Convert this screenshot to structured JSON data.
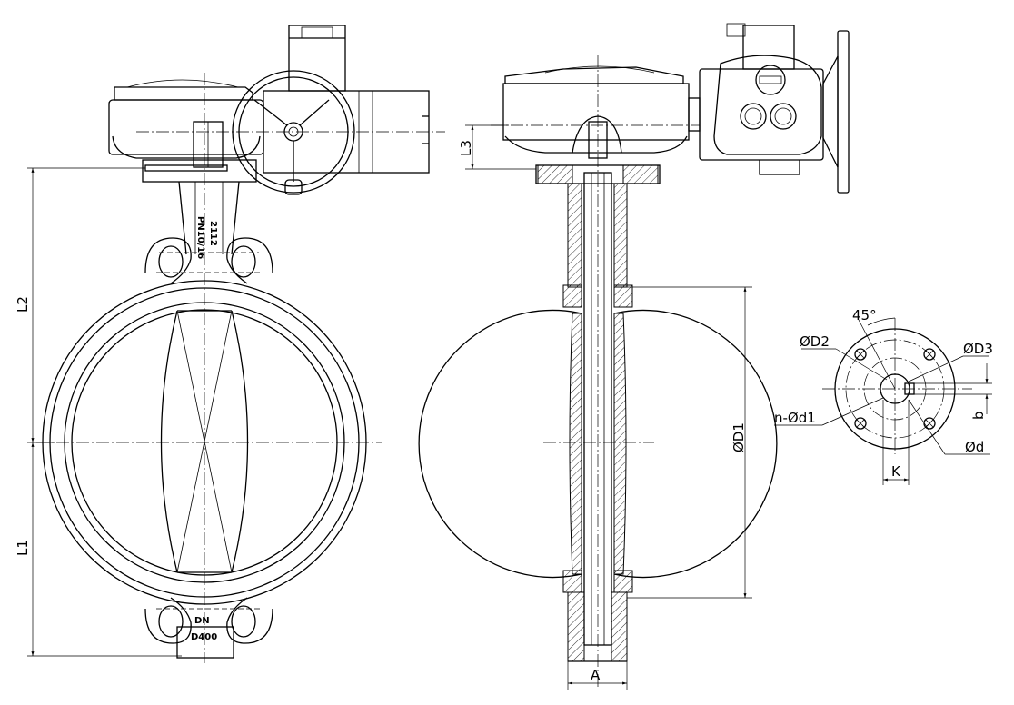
{
  "labels": {
    "l1": "L1",
    "l2": "L2",
    "l3": "L3",
    "a": "A",
    "d1": "ØD1",
    "d2": "ØD2",
    "d3": "ØD3",
    "nd1": "n-Ød1",
    "angle": "45°",
    "b": "b",
    "d": "Ød",
    "k": "K"
  },
  "body_marks": {
    "stem_line1": "2112",
    "stem_line2": "PN10/16",
    "base_line1": "DN",
    "base_line2": "D400"
  }
}
